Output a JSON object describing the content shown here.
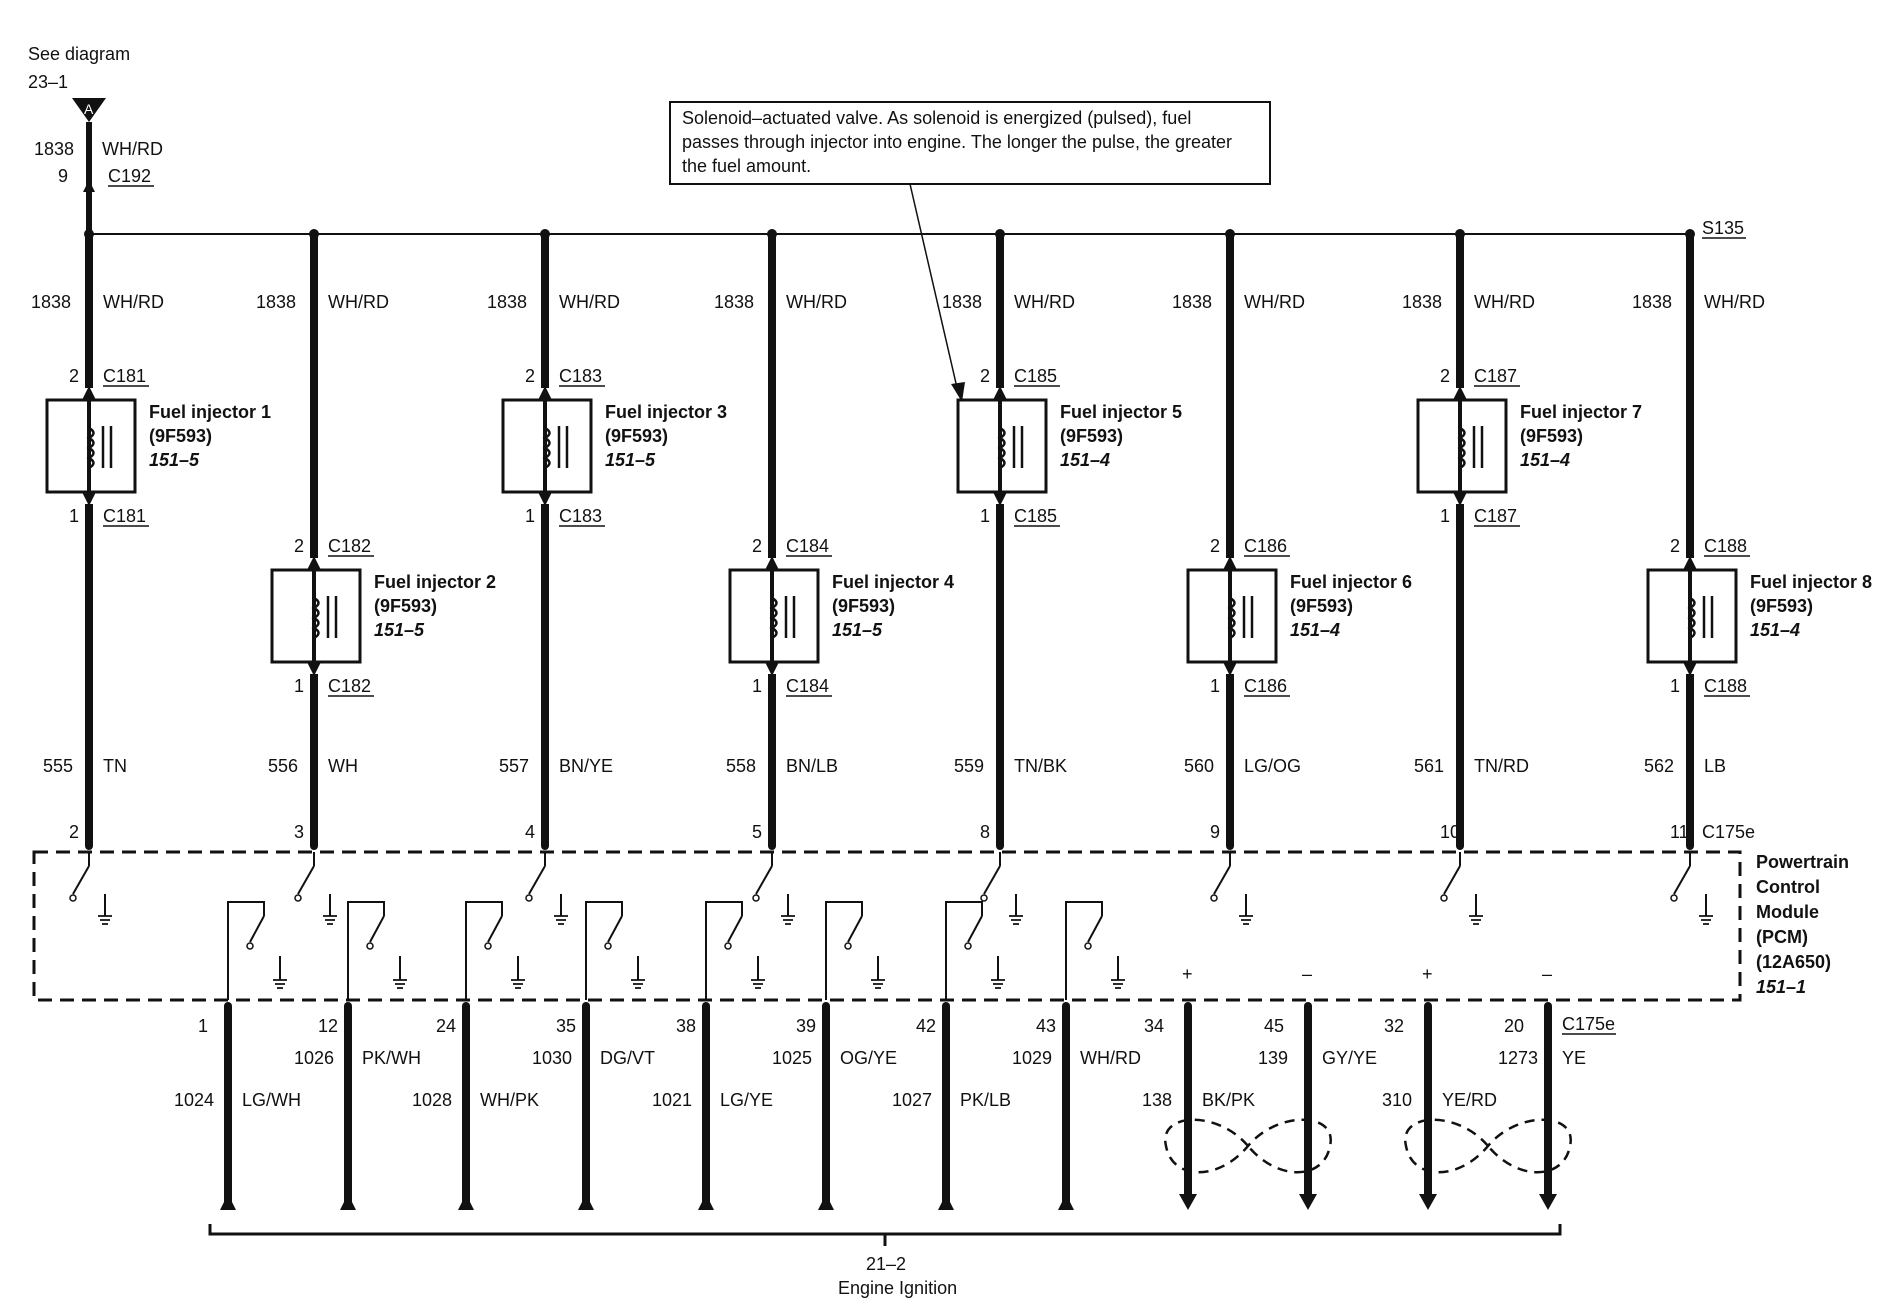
{
  "feed": {
    "see_diagram": "See diagram",
    "diagram_ref": "23–1",
    "connector_letter": "A",
    "circuit": "1838",
    "color": "WH/RD",
    "pin": "9",
    "connector": "C192"
  },
  "callout": {
    "lines": [
      "Solenoid–actuated valve. As solenoid is energized (pulsed), fuel",
      "passes through injector into engine. The longer the pulse, the greater",
      "the fuel amount."
    ]
  },
  "splice": "S135",
  "injectors": [
    {
      "name": "Fuel injector 1",
      "part": "(9F593)",
      "ref": "151–5",
      "conn": "C181",
      "pin_top": "2",
      "pin_bot": "1",
      "supply_circuit": "1838",
      "supply_color": "WH/RD",
      "circuit": "555",
      "color": "TN",
      "pcm_pin": "2"
    },
    {
      "name": "Fuel injector 2",
      "part": "(9F593)",
      "ref": "151–5",
      "conn": "C182",
      "pin_top": "2",
      "pin_bot": "1",
      "supply_circuit": "1838",
      "supply_color": "WH/RD",
      "circuit": "556",
      "color": "WH",
      "pcm_pin": "3"
    },
    {
      "name": "Fuel injector 3",
      "part": "(9F593)",
      "ref": "151–5",
      "conn": "C183",
      "pin_top": "2",
      "pin_bot": "1",
      "supply_circuit": "1838",
      "supply_color": "WH/RD",
      "circuit": "557",
      "color": "BN/YE",
      "pcm_pin": "4"
    },
    {
      "name": "Fuel injector 4",
      "part": "(9F593)",
      "ref": "151–5",
      "conn": "C184",
      "pin_top": "2",
      "pin_bot": "1",
      "supply_circuit": "1838",
      "supply_color": "WH/RD",
      "circuit": "558",
      "color": "BN/LB",
      "pcm_pin": "5"
    },
    {
      "name": "Fuel injector 5",
      "part": "(9F593)",
      "ref": "151–4",
      "conn": "C185",
      "pin_top": "2",
      "pin_bot": "1",
      "supply_circuit": "1838",
      "supply_color": "WH/RD",
      "circuit": "559",
      "color": "TN/BK",
      "pcm_pin": "8"
    },
    {
      "name": "Fuel injector 6",
      "part": "(9F593)",
      "ref": "151–4",
      "conn": "C186",
      "pin_top": "2",
      "pin_bot": "1",
      "supply_circuit": "1838",
      "supply_color": "WH/RD",
      "circuit": "560",
      "color": "LG/OG",
      "pcm_pin": "9"
    },
    {
      "name": "Fuel injector 7",
      "part": "(9F593)",
      "ref": "151–4",
      "conn": "C187",
      "pin_top": "2",
      "pin_bot": "1",
      "supply_circuit": "1838",
      "supply_color": "WH/RD",
      "circuit": "561",
      "color": "TN/RD",
      "pcm_pin": "10"
    },
    {
      "name": "Fuel injector 8",
      "part": "(9F593)",
      "ref": "151–4",
      "conn": "C188",
      "pin_top": "2",
      "pin_bot": "1",
      "supply_circuit": "1838",
      "supply_color": "WH/RD",
      "circuit": "562",
      "color": "LB",
      "pcm_pin": "11"
    }
  ],
  "pcm": {
    "connector": "C175e",
    "lines": [
      "Powertrain",
      "Control",
      "Module",
      "(PCM)",
      "(12A650)"
    ],
    "ref": "151–1"
  },
  "ignition_wires": [
    {
      "pin": "1",
      "circuit": "1024",
      "color": "LG/WH"
    },
    {
      "pin": "12",
      "circuit": "1026",
      "color": "PK/WH"
    },
    {
      "pin": "24",
      "circuit": "1028",
      "color": "WH/PK"
    },
    {
      "pin": "35",
      "circuit": "1030",
      "color": "DG/VT"
    },
    {
      "pin": "38",
      "circuit": "1021",
      "color": "LG/YE"
    },
    {
      "pin": "39",
      "circuit": "1025",
      "color": "OG/YE"
    },
    {
      "pin": "42",
      "circuit": "1027",
      "color": "PK/LB"
    },
    {
      "pin": "43",
      "circuit": "1029",
      "color": "WH/RD"
    }
  ],
  "twisted_wires": [
    {
      "pin": "34",
      "circuit": "138",
      "color": "BK/PK",
      "polarity": "+"
    },
    {
      "pin": "45",
      "circuit": "139",
      "color": "GY/YE",
      "polarity": "–"
    },
    {
      "pin": "32",
      "circuit": "310",
      "color": "YE/RD",
      "polarity": "+"
    },
    {
      "pin": "20",
      "circuit": "1273",
      "color": "YE",
      "polarity": "–"
    }
  ],
  "bottom_connector": "C175e",
  "bottom_ref": {
    "ref": "21–2",
    "title": "Engine Ignition"
  }
}
